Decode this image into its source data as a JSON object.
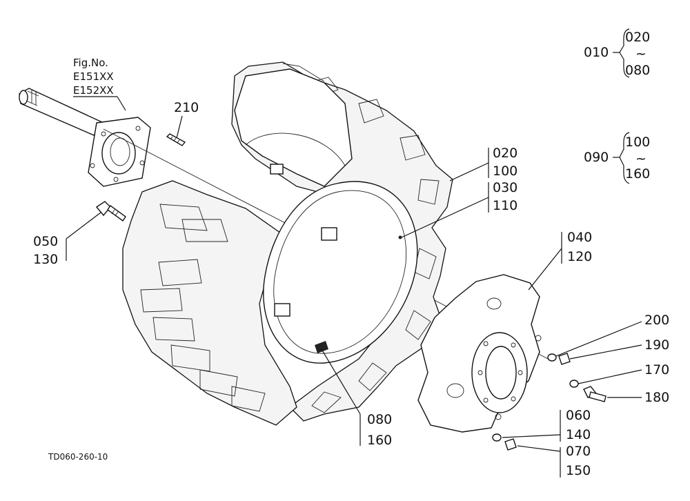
{
  "fig_ref": {
    "line1": "Fig.No.",
    "line2": "E151XX",
    "line3": "E152XX"
  },
  "drawing_code": "TD060-260-10",
  "groups": {
    "g010": {
      "parent": "010",
      "from": "020",
      "tilde": "~",
      "to": "080"
    },
    "g090": {
      "parent": "090",
      "from": "100",
      "tilde": "~",
      "to": "160"
    }
  },
  "callouts": {
    "c210": "210",
    "c020": "020",
    "c100": "100",
    "c030": "030",
    "c110": "110",
    "c050": "050",
    "c130": "130",
    "c040": "040",
    "c120": "120",
    "c200": "200",
    "c190": "190",
    "c170": "170",
    "c180": "180",
    "c060": "060",
    "c140": "140",
    "c070": "070",
    "c150": "150",
    "c080": "080",
    "c160": "160"
  }
}
